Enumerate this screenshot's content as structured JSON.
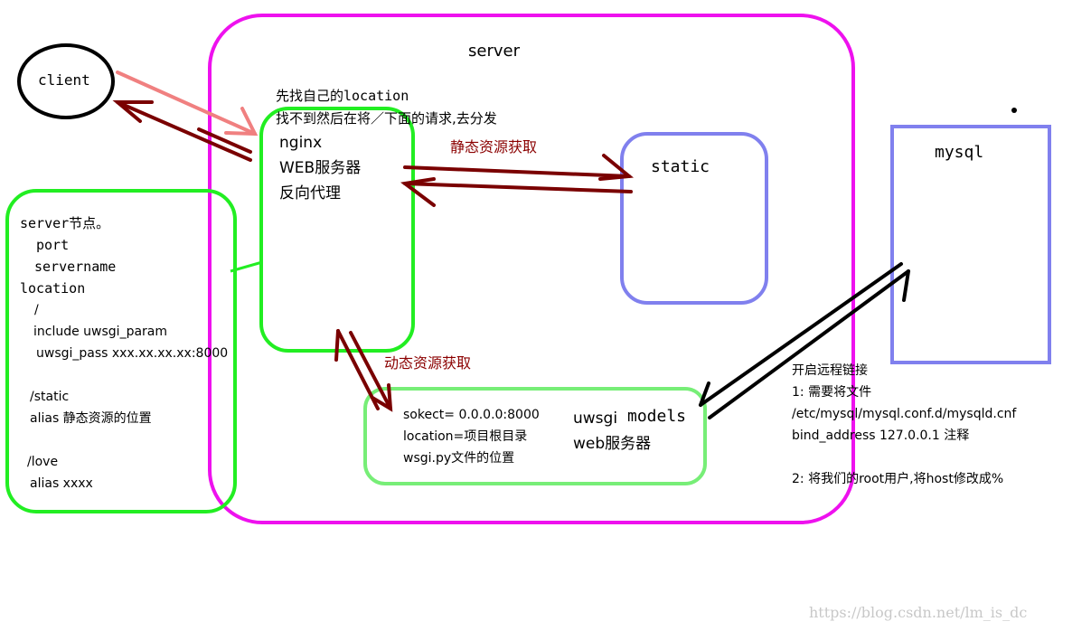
{
  "server": {
    "title": "server"
  },
  "client": {
    "label": "client"
  },
  "nginx": {
    "note_line1": "先找自己的location",
    "note_line2": "找不到然后在将／下面的请求,去分发",
    "line1": "nginx",
    "line2": "WEB服务器",
    "line3": "反向代理"
  },
  "static_box": {
    "label": "static"
  },
  "mysql_box": {
    "label": "mysql"
  },
  "config": {
    "lines": [
      "server节点。",
      "port",
      "servername",
      "location",
      "/",
      "include uwsgi_param",
      "uwsgi_pass xxx.xx.xx.xx:8000",
      "/static",
      "alias   静态资源的位置",
      "/love",
      "alias   xxxx"
    ]
  },
  "uwsgi": {
    "line1": "sokect= 0.0.0.0:8000",
    "line2": "location=项目根目录",
    "line3": "wsgi.py文件的位置",
    "title1": "uwsgi",
    "title2": "models",
    "title3": "web服务器"
  },
  "edges": {
    "static_label": "静态资源获取",
    "dynamic_label": "动态资源获取"
  },
  "remote": {
    "title": "开启远程链接",
    "step1": "1:   需要将文件",
    "path": "/etc/mysql/mysql.conf.d/mysqld.cnf",
    "bind": "bind_address 127.0.0.1 注释",
    "step2": "2:   将我们的root用户,将host修改成%"
  },
  "watermark": "https://blog.csdn.net/lm_is_dc",
  "colors": {
    "server_border": "#ee11ee",
    "green_border": "#22ee22",
    "light_green_border": "#77ee77",
    "blue_border": "#8080ee",
    "dark_red": "#7a0000",
    "pink": "#f08080"
  }
}
